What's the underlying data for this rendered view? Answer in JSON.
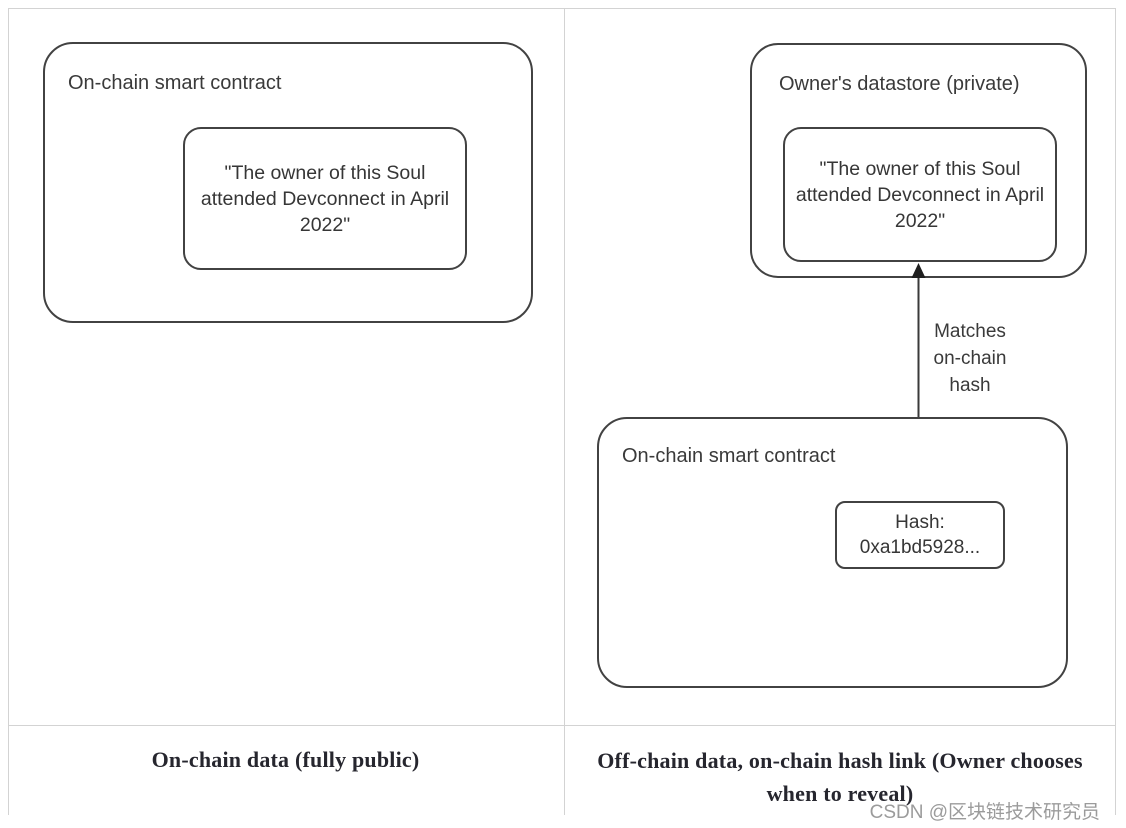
{
  "diagram": {
    "left_panel": {
      "container_label": "On-chain smart contract",
      "claim_lines": {
        "0": "\"The owner of this Soul",
        "1": "attended Devconnect in April",
        "2": "2022\""
      },
      "caption": "On-chain data (fully public)"
    },
    "right_panel": {
      "datastore_label": "Owner's datastore (private)",
      "claim_lines": {
        "0": "\"The owner of this Soul",
        "1": "attended Devconnect in April",
        "2": "2022\""
      },
      "arrow_label_lines": {
        "0": "Matches",
        "1": "on-chain",
        "2": "hash"
      },
      "contract_label": "On-chain smart contract",
      "hash_lines": {
        "0": "Hash:",
        "1": "0xa1bd5928..."
      },
      "caption_lines": {
        "0": "Off-chain data, on-chain hash link (Owner chooses",
        "1": "when to reveal)"
      }
    },
    "colors": {
      "box_border": "#424242",
      "grid_border": "#d3d3d3",
      "diagram_text": "#3a3a3a",
      "caption_text": "#26262e",
      "watermark_text": "#9b9b9b"
    }
  },
  "watermark": "CSDN @区块链技术研究员"
}
